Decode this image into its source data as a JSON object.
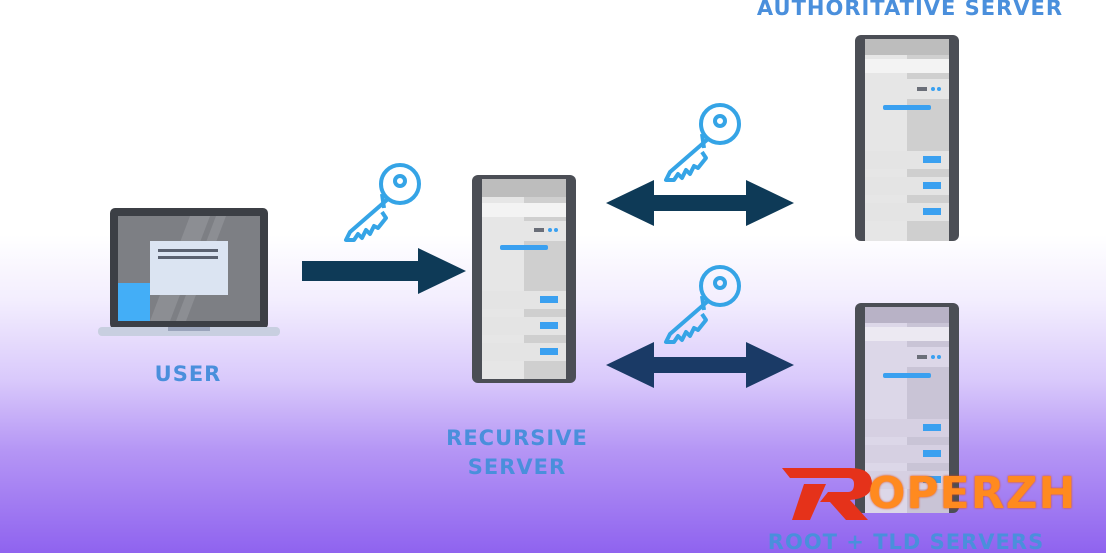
{
  "labels": {
    "authoritative": "AUTHORITATIVE SERVER",
    "user": "USER",
    "recursive_line1": "RECURSIVE",
    "recursive_line2": "SERVER",
    "root_tld": "ROOT + TLD SERVERS"
  },
  "logo": {
    "text": "OPERZH",
    "mark": "R"
  },
  "colors": {
    "label_blue": "#4a8fdc",
    "arrow_teal": "#0e3a57",
    "arrow_navy": "#1a3a66",
    "key_blue": "#35a4e6",
    "server_light": "#e5e5e5",
    "server_frame": "#4b4e55",
    "accent_blue": "#3aa0f0",
    "logo_red": "#e5321a",
    "logo_orange": "#ff8a1f"
  },
  "icons": [
    "laptop-icon",
    "key-icon",
    "server-icon",
    "arrow-right-icon",
    "double-arrow-icon"
  ]
}
